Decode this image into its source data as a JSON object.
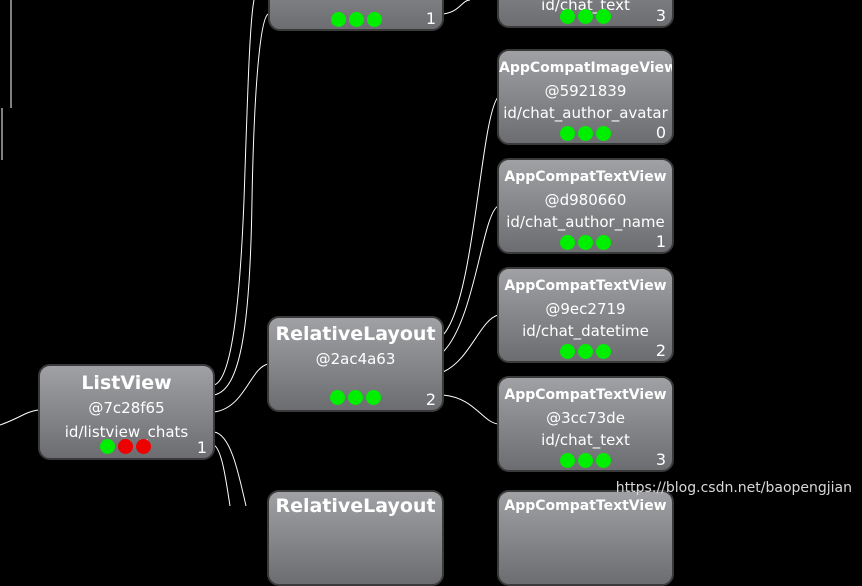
{
  "colors": {
    "dot_green": "#00ee00",
    "dot_red": "#ee0000",
    "wire": "#ffffff"
  },
  "nodes": {
    "top_relative": {
      "index": "1",
      "dots": [
        "green",
        "green",
        "green"
      ]
    },
    "top_right": {
      "resource_id": "id/chat_text",
      "index": "3",
      "dots": [
        "green",
        "green",
        "green"
      ]
    },
    "listview": {
      "class": "ListView",
      "hash": "@7c28f65",
      "resource_id": "id/listview_chats",
      "index": "1",
      "dots": [
        "green",
        "red",
        "red"
      ]
    },
    "relative_layout": {
      "class": "RelativeLayout",
      "hash": "@2ac4a63",
      "index": "2",
      "dots": [
        "green",
        "green",
        "green"
      ]
    },
    "avatar": {
      "class": "AppCompatImageView",
      "hash": "@5921839",
      "resource_id": "id/chat_author_avatar",
      "index": "0",
      "dots": [
        "green",
        "green",
        "green"
      ]
    },
    "author_name": {
      "class": "AppCompatTextView",
      "hash": "@d980660",
      "resource_id": "id/chat_author_name",
      "index": "1",
      "dots": [
        "green",
        "green",
        "green"
      ]
    },
    "datetime": {
      "class": "AppCompatTextView",
      "hash": "@9ec2719",
      "resource_id": "id/chat_datetime",
      "index": "2",
      "dots": [
        "green",
        "green",
        "green"
      ]
    },
    "chat_text": {
      "class": "AppCompatTextView",
      "hash": "@3cc73de",
      "resource_id": "id/chat_text",
      "index": "3",
      "dots": [
        "green",
        "green",
        "green"
      ]
    },
    "bottom_relative": {
      "class": "RelativeLayout"
    },
    "bottom_right": {
      "class": "AppCompatTextView"
    }
  },
  "watermark": "https://blog.csdn.net/baopengjian"
}
